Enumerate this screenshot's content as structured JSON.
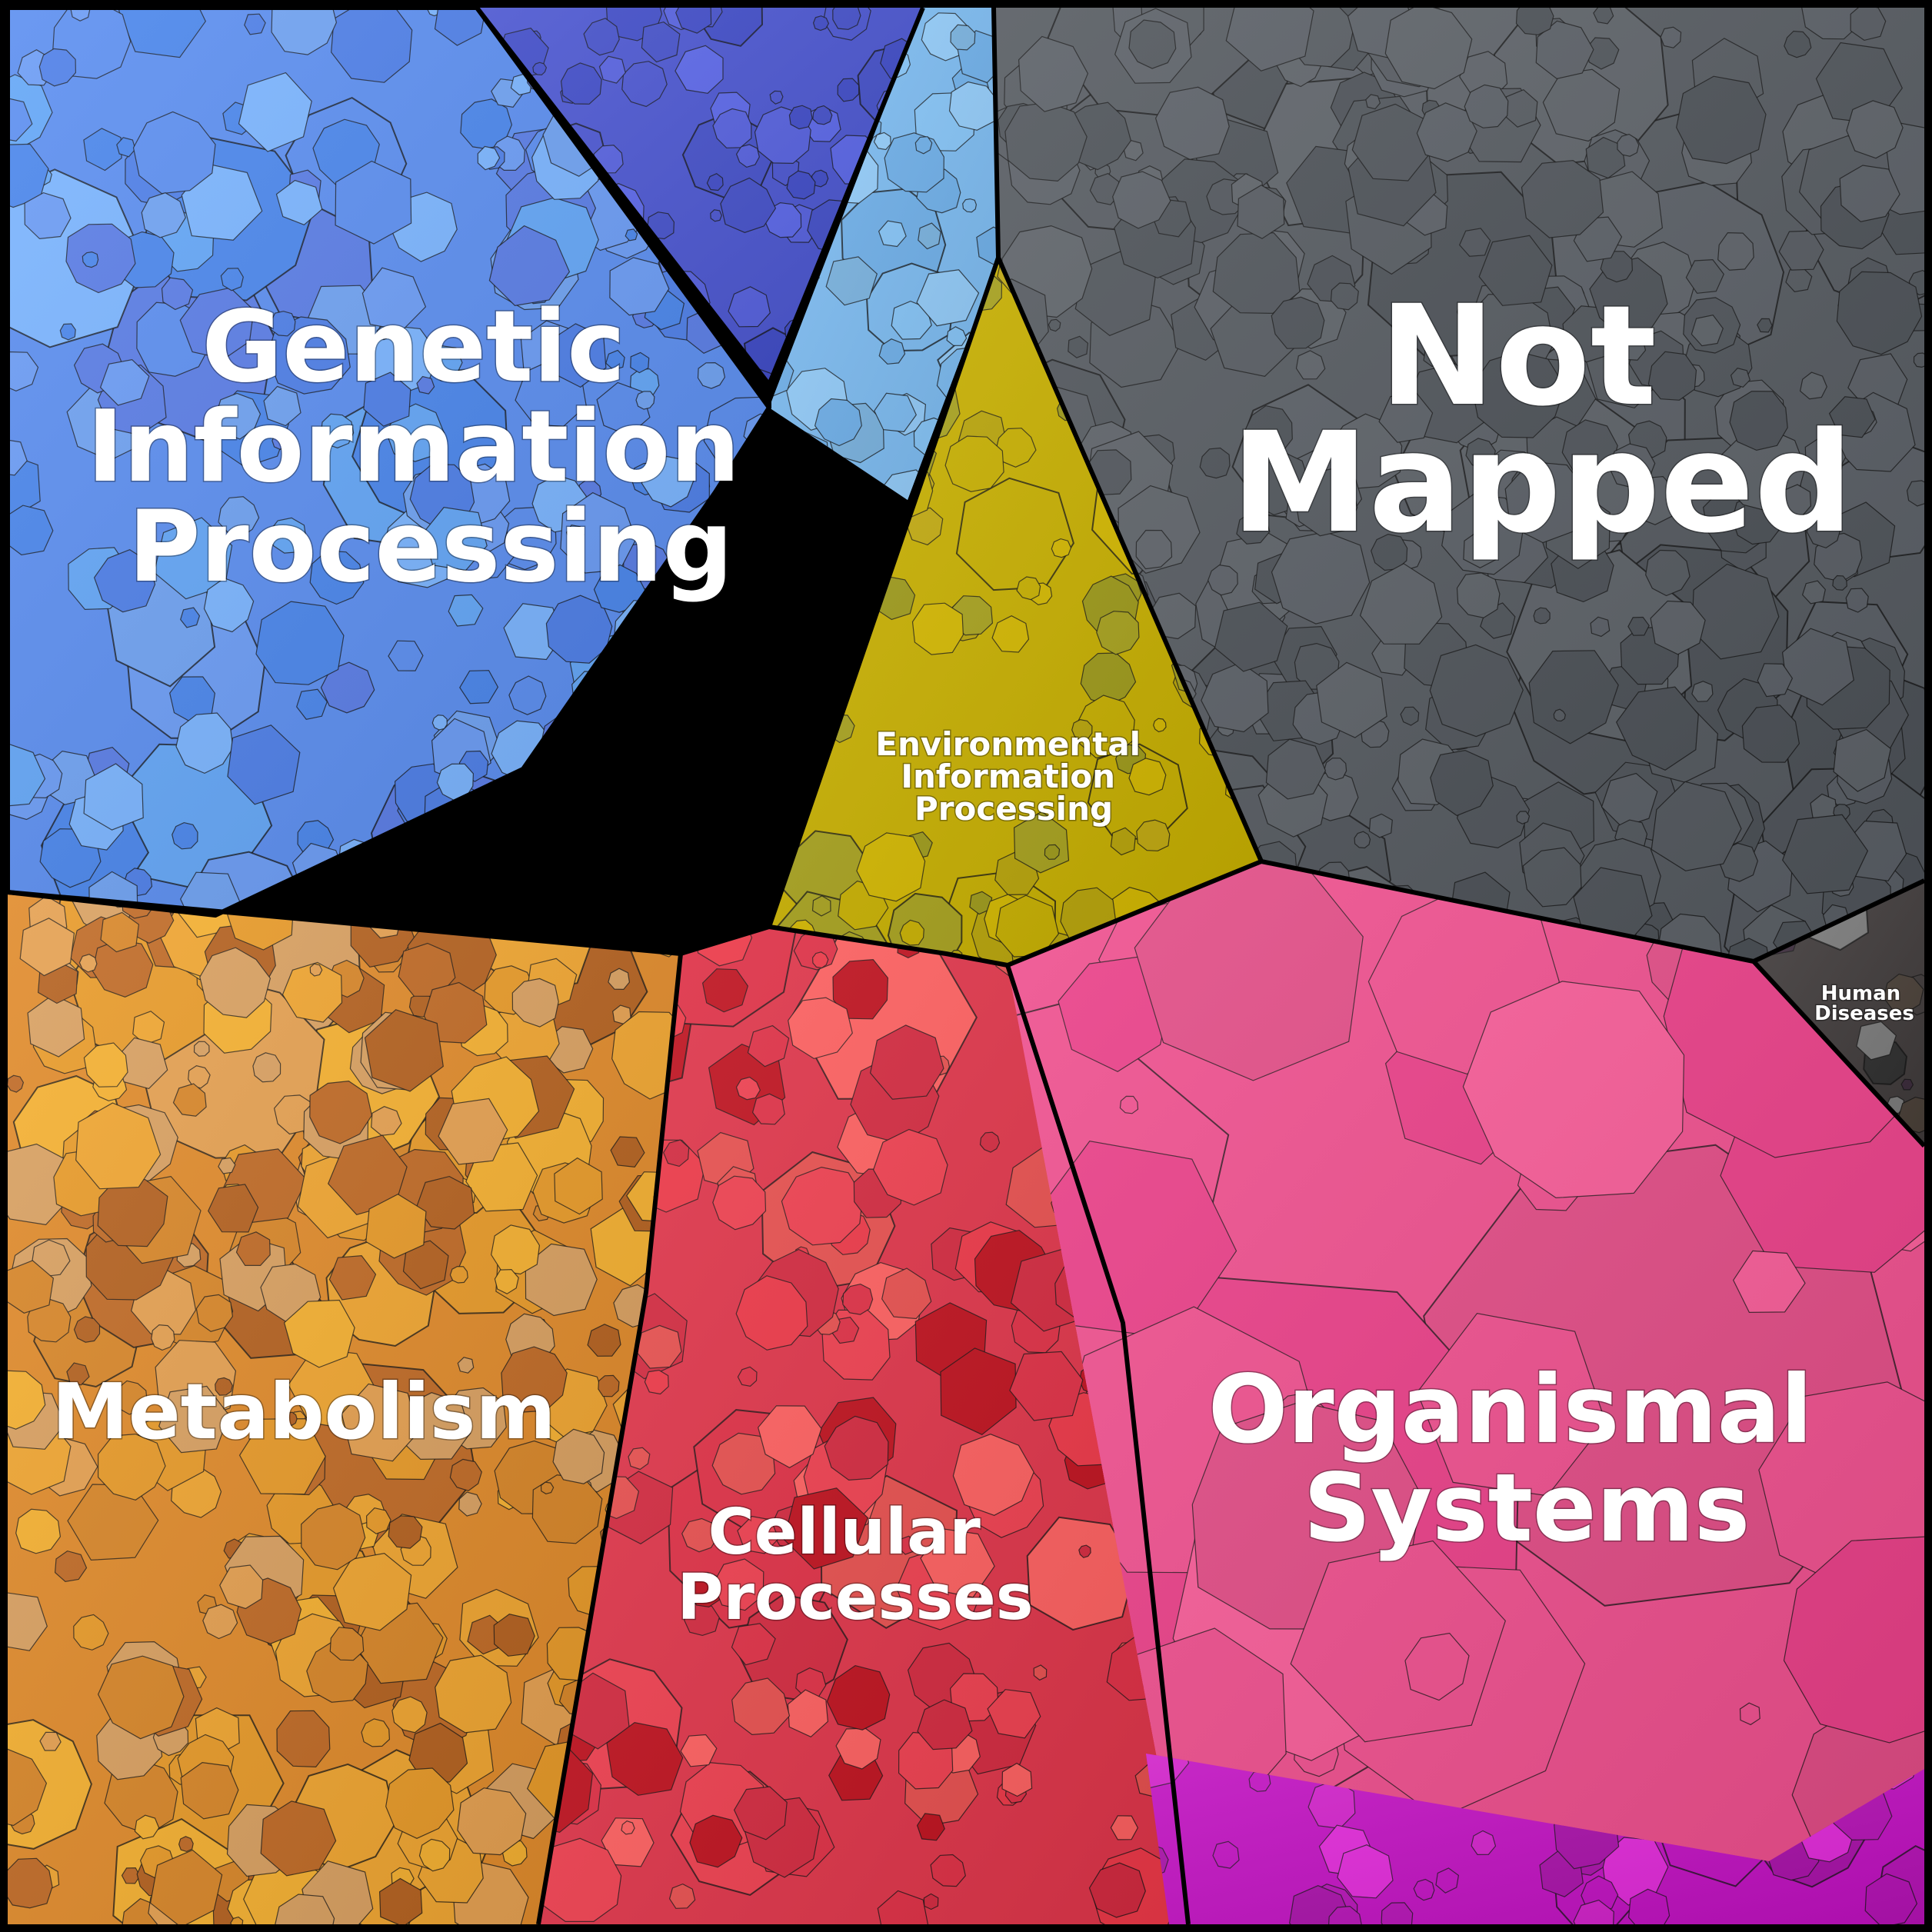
{
  "regions": [
    {
      "id": "genetic",
      "lines": [
        "Genetic",
        "Information",
        "Processing"
      ],
      "color": "#5b8ef0",
      "palette": [
        "#6fa2f2",
        "#5b8ef0",
        "#4e7fe8",
        "#6b9cf5",
        "#7ab4ff",
        "#5a7de6",
        "#4a86ec",
        "#63a6f7"
      ]
    },
    {
      "id": "genetic_dark",
      "lines": [],
      "color": "#4a55d0",
      "palette": [
        "#4a55d0",
        "#3f4bc7",
        "#5560de",
        "#4450c9",
        "#5a66e8"
      ]
    },
    {
      "id": "genetic_light",
      "lines": [],
      "color": "#7dbcf2",
      "palette": [
        "#7dbcf2",
        "#86c5f8",
        "#6fb0ea",
        "#93ccfa",
        "#7ab3e0"
      ]
    },
    {
      "id": "not_mapped",
      "lines": [
        "Not",
        "Mapped"
      ],
      "color": "#555a60",
      "palette": [
        "#555a60",
        "#5a5f66",
        "#50555b",
        "#5d6268",
        "#4c5157"
      ]
    },
    {
      "id": "environmental",
      "lines": [
        "Environmental",
        "Information",
        "Processing"
      ],
      "color": "#c8b000",
      "palette": [
        "#c8b000",
        "#b9a50a",
        "#d4b800",
        "#a8a21e",
        "#c2aa10",
        "#9e9a1a"
      ]
    },
    {
      "id": "metabolism",
      "lines": [
        "Metabolism"
      ],
      "color": "#e08a2a",
      "palette": [
        "#f0a530",
        "#e89a28",
        "#d88628",
        "#c06a25",
        "#b4611f",
        "#e5a050",
        "#d9a060",
        "#f5b030"
      ]
    },
    {
      "id": "cellular",
      "lines": [
        "Cellular",
        "Processes"
      ],
      "color": "#e0354a",
      "palette": [
        "#e8504f",
        "#ff6060",
        "#c0121f",
        "#e03046",
        "#f04050",
        "#d42a40",
        "#ee3848"
      ]
    },
    {
      "id": "organismal",
      "lines": [
        "Organismal",
        "Systems"
      ],
      "color": "#ef4f8e",
      "palette": [
        "#ef4f8e",
        "#f0508f",
        "#ea3f88",
        "#f85c98",
        "#e24c86"
      ]
    },
    {
      "id": "organismal_purple",
      "lines": [],
      "color": "#c010c0",
      "palette": [
        "#c010c0",
        "#b512b5",
        "#d020c8",
        "#a810a8",
        "#e028d8"
      ]
    },
    {
      "id": "human",
      "lines": [
        "Human",
        "Diseases"
      ],
      "color": "#3f3a3a",
      "palette": [
        "#3f3a3a",
        "#4a4038",
        "#3a2a3a",
        "#7a7a7a",
        "#2e2e2e"
      ]
    }
  ]
}
